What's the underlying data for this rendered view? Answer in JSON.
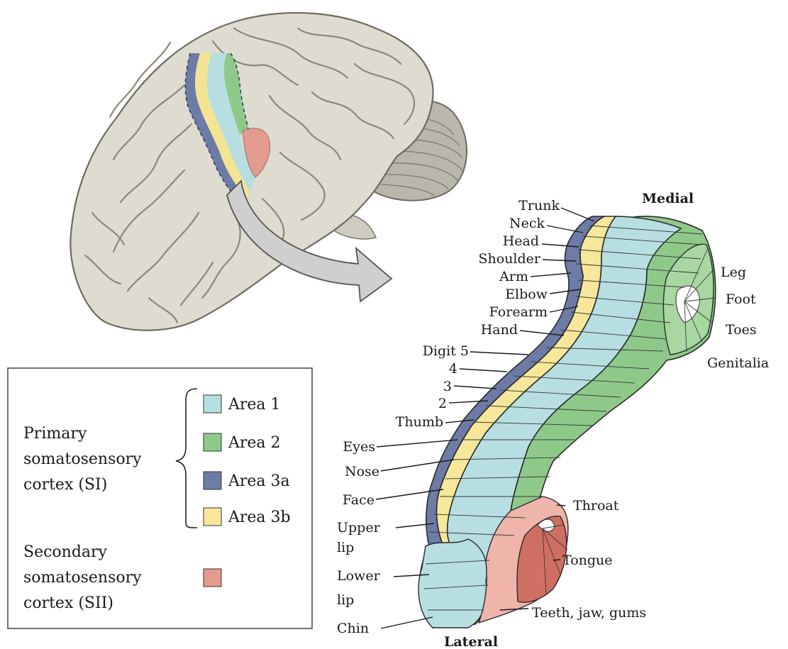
{
  "orientation": {
    "medial": "Medial",
    "lateral": "Lateral"
  },
  "body_parts_left": [
    "Trunk",
    "Neck",
    "Head",
    "Shoulder",
    "Arm",
    "Elbow",
    "Forearm",
    "Hand",
    "Digit 5",
    "4",
    "3",
    "2",
    "Thumb",
    "Eyes",
    "Nose",
    "Face"
  ],
  "lip_labels": {
    "upper": "Upper",
    "lip_a": "lip",
    "lower": "Lower",
    "lip_b": "lip",
    "chin": "Chin"
  },
  "body_parts_right": [
    "Leg",
    "Foot",
    "Toes",
    "Genitalia"
  ],
  "oral_parts": {
    "throat": "Throat",
    "tongue": "Tongue",
    "teeth": "Teeth, jaw, gums"
  },
  "legend": {
    "primary": [
      "Primary",
      "somatosensory",
      "cortex (SI)"
    ],
    "secondary": [
      "Secondary",
      "somatosensory",
      "cortex (SII)"
    ],
    "areas": [
      {
        "label": "Area 1",
        "color": "#b7dfe2"
      },
      {
        "label": "Area 2",
        "color": "#8fc98a"
      },
      {
        "label": "Area 3a",
        "color": "#6d7ca6"
      },
      {
        "label": "Area 3b",
        "color": "#f7e79a"
      }
    ],
    "sii_color": "#e39a8f"
  },
  "colors": {
    "brain": "#dedbd0",
    "cerebellum": "#b9b6ac",
    "arrow": "#cfcfcf",
    "tongue": "#cf6e62"
  }
}
